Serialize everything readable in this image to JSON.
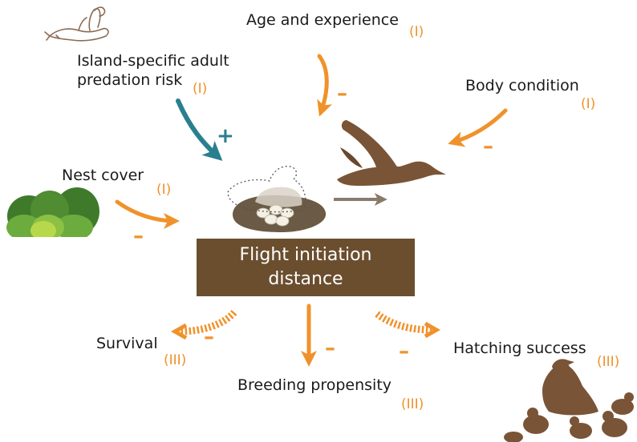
{
  "colors": {
    "orange": "#f0922b",
    "teal": "#2a7f8f",
    "brown": "#6b4e2e",
    "bird_brown": "#7a5436",
    "bush_dark": "#3f7a2a",
    "bush_mid": "#6cab3e",
    "bush_light": "#b7d84a",
    "gray_arrow": "#8a7a6a"
  },
  "center": {
    "label": "Flight initiation\ndistance"
  },
  "factors": {
    "island_risk": {
      "label": "Island-specific adult\npredation risk",
      "tag": "(I)",
      "effect": "+"
    },
    "age_experience": {
      "label": "Age and experience",
      "tag": "(I)",
      "effect": "–"
    },
    "body_condition": {
      "label": "Body condition",
      "tag": "(I)",
      "effect": "–"
    },
    "nest_cover": {
      "label": "Nest cover",
      "tag": "(I)",
      "effect": "–"
    }
  },
  "outcomes": {
    "survival": {
      "label": "Survival",
      "tag": "(III)",
      "effect": "–"
    },
    "breeding_propensity": {
      "label": "Breeding propensity",
      "tag": "(III)",
      "effect": "–"
    },
    "hatching_success": {
      "label": "Hatching success",
      "tag": "(III)",
      "effect": "–"
    }
  },
  "icons": {
    "dead_bird": "dead-duck-icon",
    "flying_duck": "flying-duck-icon",
    "nest": "nest-with-eggs-icon",
    "bush": "bush-icon",
    "duck_family": "duck-with-ducklings-icon"
  }
}
